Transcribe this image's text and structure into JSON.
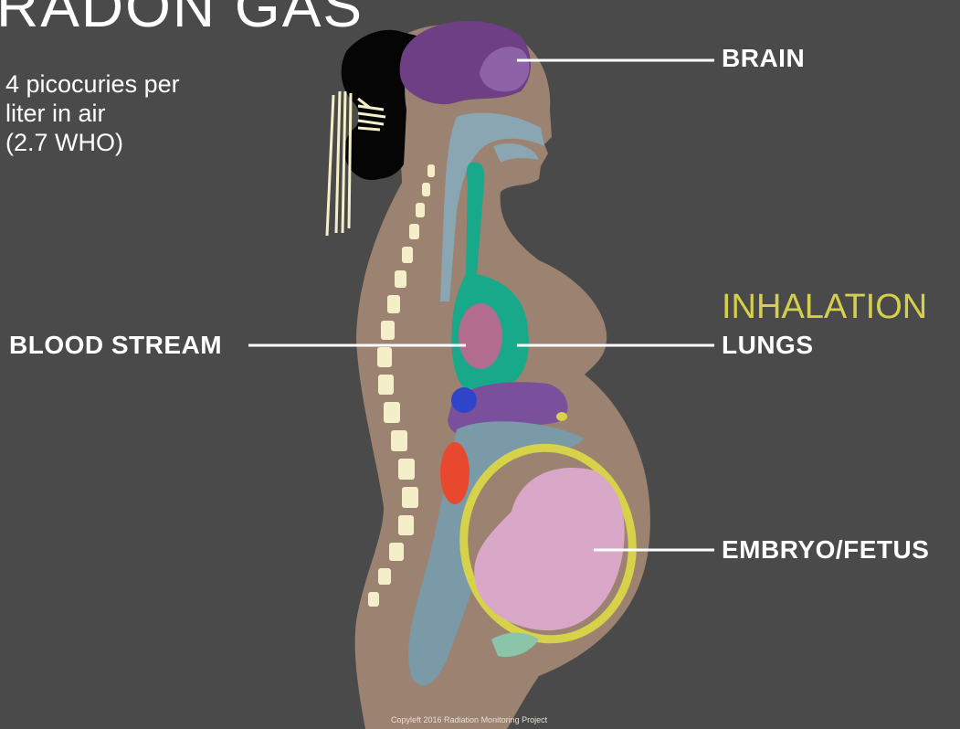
{
  "title": "RADON GAS",
  "subtitle": "4 picocuries per\nliter in air\n(2.7 WHO)",
  "labels": {
    "brain": "BRAIN",
    "inhalation": "INHALATION",
    "lungs": "LUNGS",
    "blood_stream": "BLOOD STREAM",
    "embryo_fetus": "EMBRYO/FETUS"
  },
  "credit": "Copyleft 2016 Radiation Monitoring Project",
  "colors": {
    "background": "#4a4a4a",
    "skin": "#9c8270",
    "hair": "#050505",
    "brain": "#6e3f84",
    "airway": "#8aa6b3",
    "trachea": "#18a88a",
    "heart": "#b26c8e",
    "stomach": "#7a4f9b",
    "intestine": "#7a9aa8",
    "kidney": "#e8492e",
    "fetus": "#d9a8c8",
    "uterus": "#d6d24a",
    "spine": "#f4efc8",
    "inhalation_text": "#d5cf4a"
  }
}
